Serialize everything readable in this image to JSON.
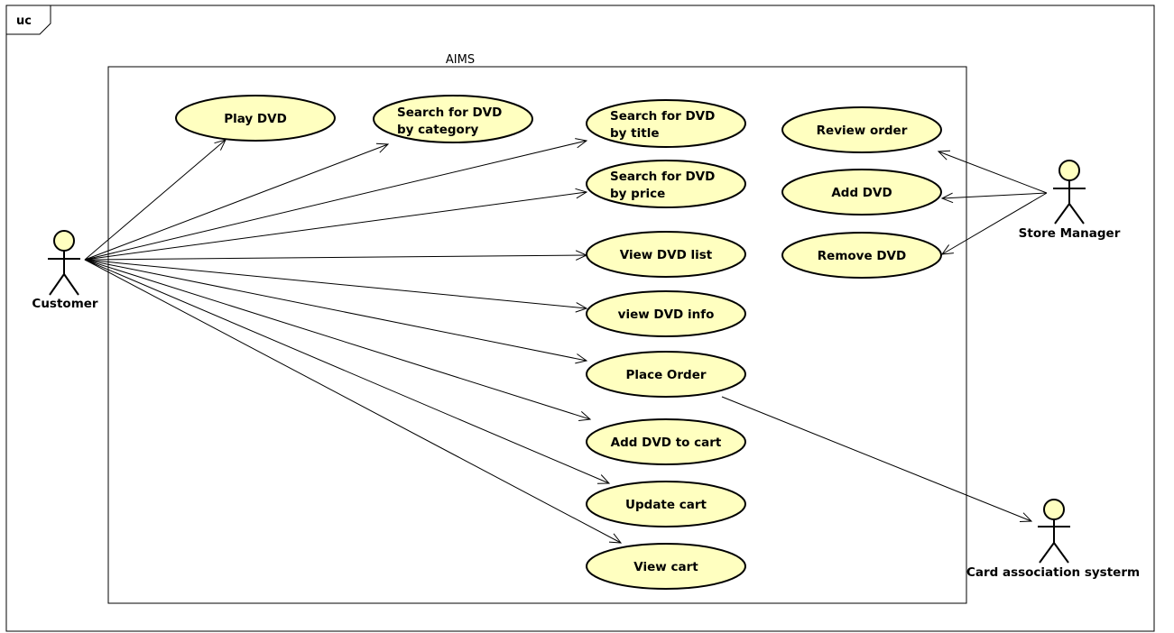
{
  "diagram_frame": {
    "tag": "uc"
  },
  "system": {
    "name": "AIMS"
  },
  "actors": {
    "customer": "Customer",
    "store_manager": "Store Manager",
    "card_system": "Card association systerm"
  },
  "use_cases": {
    "play_dvd": "Play DVD",
    "search_category": [
      "Search for DVD",
      "by category"
    ],
    "search_title": [
      "Search for DVD",
      "by title"
    ],
    "search_price": [
      "Search for DVD",
      "by price"
    ],
    "view_list": "View DVD list",
    "view_info": "view DVD info",
    "place_order": "Place Order",
    "add_to_cart": "Add DVD to cart",
    "update_cart": "Update cart",
    "view_cart": "View cart",
    "review_order": "Review order",
    "add_dvd": "Add DVD",
    "remove_dvd": "Remove DVD"
  },
  "associations": [
    {
      "from": "customer",
      "to": "play_dvd"
    },
    {
      "from": "customer",
      "to": "search_category"
    },
    {
      "from": "customer",
      "to": "search_title"
    },
    {
      "from": "customer",
      "to": "search_price"
    },
    {
      "from": "customer",
      "to": "view_list"
    },
    {
      "from": "customer",
      "to": "view_info"
    },
    {
      "from": "customer",
      "to": "place_order"
    },
    {
      "from": "customer",
      "to": "add_to_cart"
    },
    {
      "from": "customer",
      "to": "update_cart"
    },
    {
      "from": "customer",
      "to": "view_cart"
    },
    {
      "from": "store_manager",
      "to": "review_order"
    },
    {
      "from": "store_manager",
      "to": "add_dvd"
    },
    {
      "from": "store_manager",
      "to": "remove_dvd"
    },
    {
      "from": "place_order",
      "to": "card_system"
    }
  ]
}
